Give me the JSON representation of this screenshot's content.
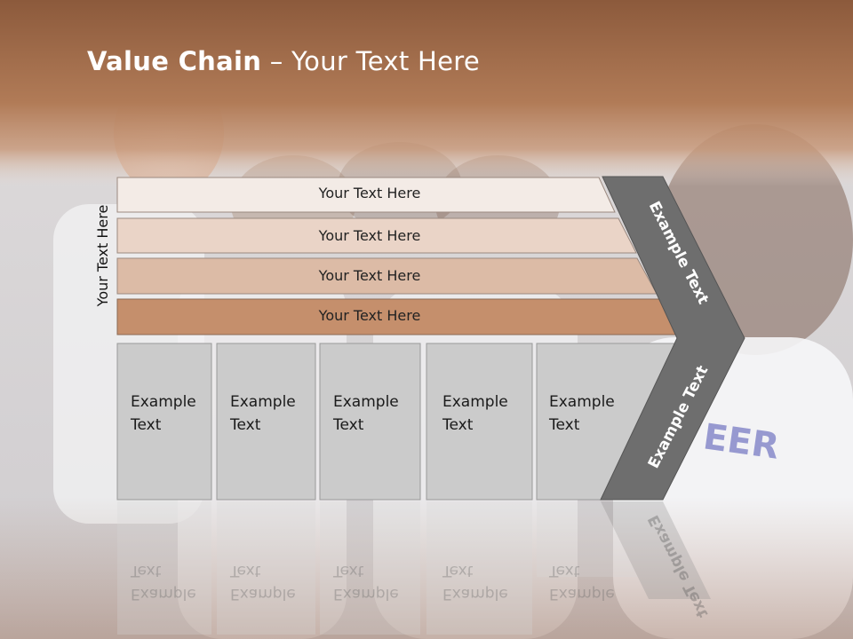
{
  "slide": {
    "title_bold": "Value Chain",
    "title_rest": " – Your Text Here",
    "side_label": "Your Text Here"
  },
  "bars": [
    {
      "label": "Your Text Here",
      "fill": "#f3ebe6"
    },
    {
      "label": "Your Text Here",
      "fill": "#ead4c7"
    },
    {
      "label": "Your Text Here",
      "fill": "#dcbba6"
    },
    {
      "label": "Your Text Here",
      "fill": "#c58f6c"
    }
  ],
  "boxes": [
    {
      "line1": "Example",
      "line2": "Text"
    },
    {
      "line1": "Example",
      "line2": "Text"
    },
    {
      "line1": "Example",
      "line2": "Text"
    },
    {
      "line1": "Example",
      "line2": "Text"
    },
    {
      "line1": "Example",
      "line2": "Text"
    }
  ],
  "chevron": {
    "upper_label": "Example Text",
    "lower_label": "Example Text",
    "fill": "#6e6e6e"
  },
  "colors": {
    "header_brown": "#a8714d",
    "box_gray": "#cbcbcb"
  }
}
